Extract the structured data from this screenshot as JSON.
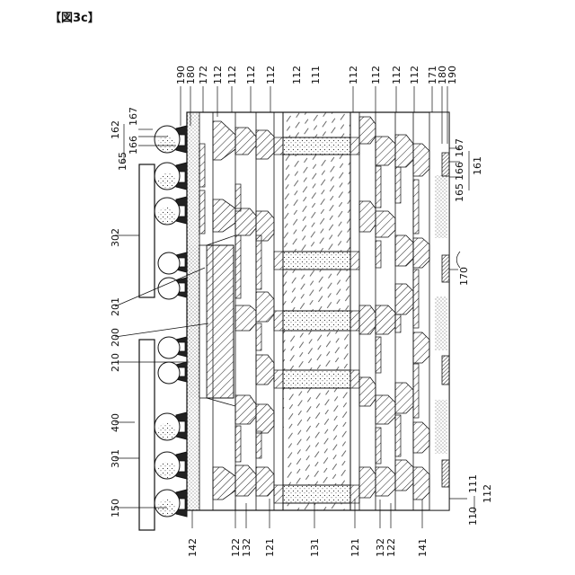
{
  "figure_title": "【図3c】",
  "labels": {
    "top": [
      "190",
      "180",
      "172",
      "112",
      "112",
      "112",
      "112",
      "112",
      "111",
      "112",
      "112",
      "112",
      "112",
      "171",
      "180",
      "190"
    ],
    "bottom": [
      "142",
      "122",
      "132",
      "121",
      "131",
      "121",
      "132",
      "122",
      "141"
    ],
    "left": {
      "l162": "162",
      "l167": "167",
      "l166": "166",
      "l165": "165",
      "l302": "302",
      "l201": "201",
      "l200": "200",
      "l210": "210",
      "l400": "400",
      "l301": "301",
      "l150": "150"
    },
    "right": {
      "l167": "167",
      "l166": "166",
      "l161": "161",
      "l165": "165",
      "l170": "170",
      "l111": "111",
      "l112": "112",
      "l110": "110"
    }
  }
}
